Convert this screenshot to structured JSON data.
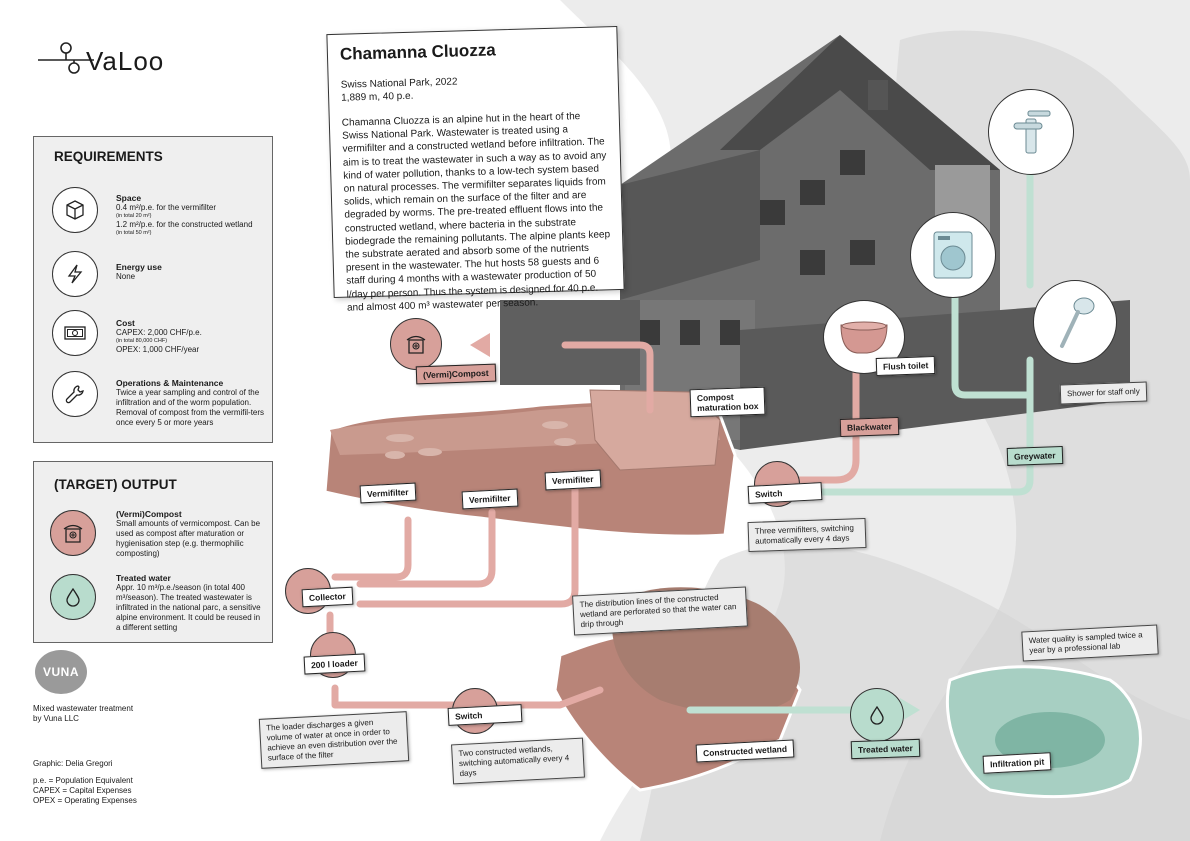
{
  "logo": {
    "name": "VaLoo"
  },
  "info": {
    "title": "Chamanna Cluozza",
    "location": "Swiss National Park, 2022",
    "stats": "1,889 m, 40 p.e.",
    "description": "Chamanna Cluozza is an alpine hut in the heart of the Swiss National Park. Wastewater is treated using a vermifilter and a constructed wetland before infiltration. The aim is to treat the wastewater in such a way as to avoid any kind of water pollution, thanks to a low-tech system based on natural processes. The vermifilter separates liquids from solids, which remain on the surface of the filter and are degraded by worms. The pre-treated effluent flows into the constructed wetland, where bacteria in the substrate biodegrade the remaining pollutants. The alpine plants keep the substrate aerated and absorb some of the nutrients present in the wastewater. The hut hosts 58 guests and 6 staff during 4 months with a wastewater production of 50 l/day per person. Thus the system is designed for 40 p.e. and almost 400 m³ wastewater per season."
  },
  "requirements": {
    "title": "REQUIREMENTS",
    "space": {
      "title": "Space",
      "line1": "0.4 m²/p.e. for the vermifilter",
      "line1_small": "(in total 20 m²)",
      "line2": "1.2 m²/p.e. for the constructed wetland",
      "line2_small": "(in total 50 m²)"
    },
    "energy": {
      "title": "Energy use",
      "text": "None"
    },
    "cost": {
      "title": "Cost",
      "line1": "CAPEX: 2,000 CHF/p.e.",
      "line1_small": "(in total 80,000 CHF)",
      "line2": "OPEX: 1,000 CHF/year"
    },
    "ops": {
      "title": "Operations & Maintenance",
      "text": "Twice a year sampling and control of the infiltration and of the worm population. Removal of compost from the vermifil-ters once every 5 or more years"
    }
  },
  "output": {
    "title": "(TARGET) OUTPUT",
    "compost": {
      "title": "(Vermi)Compost",
      "text": "Small amounts of vermicompost. Can be used as compost after maturation or hygienisation step (e.g. thermophilic composting)"
    },
    "water": {
      "title": "Treated water",
      "text": "Appr. 10 m³/p.e./season (in total 400 m³/season). The treated wastewater is infiltrated in the national parc, a sensitive alpine environment. It could be reused in a different setting"
    }
  },
  "footer": {
    "vuna_logo": "VUNA",
    "credit1": "Mixed wastewater treatment",
    "credit2": "by Vuna LLC",
    "graphic": "Graphic: Delia Gregori",
    "pe": "p.e. = Population Equivalent",
    "capex": "CAPEX = Capital Expenses",
    "opex": "OPEX = Operating Expenses"
  },
  "labels": {
    "vermicompost": "(Vermi)Compost",
    "compost_box_1": "Compost",
    "compost_box_2": "maturation box",
    "flush_toilet": "Flush toilet",
    "blackwater": "Blackwater",
    "greywater": "Greywater",
    "shower_note": "Shower for staff only",
    "vermifilter_1": "Vermifilter",
    "vermifilter_2": "Vermifilter",
    "vermifilter_3": "Vermifilter",
    "switch_1": "Switch",
    "switch_1_note": "Three vermifilters, switching automatically every 4 days",
    "collector": "Collector",
    "distribution_note": "The distribution lines of the constructed wetland are perforated so that the water can drip through",
    "loader": "200 l loader",
    "loader_note": "The loader discharges a given volume of water at once in order to achieve an even distribution over the surface of the filter",
    "switch_2": "Switch",
    "switch_2_note": "Two constructed wetlands, switching automatically every 4 days",
    "wetland": "Constructed wetland",
    "treated_water": "Treated water",
    "water_quality_note": "Water quality is sampled twice a year by a professional lab",
    "infiltration_pit": "Infiltration pit"
  },
  "colors": {
    "pink": "#d7a09a",
    "pink_line": "#e2aaa4",
    "mint": "#b8dccd",
    "mint_line": "#bfe0d2"
  }
}
